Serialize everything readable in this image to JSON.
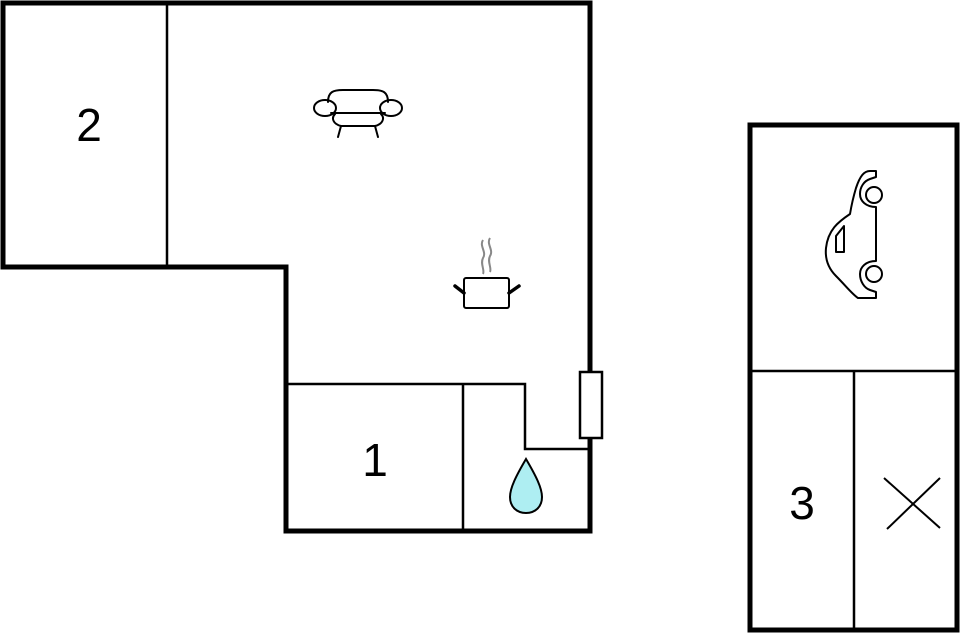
{
  "floorplan": {
    "rooms": [
      {
        "id": "bedroom-2",
        "label": "2"
      },
      {
        "id": "bedroom-1",
        "label": "1"
      },
      {
        "id": "bedroom-3",
        "label": "3"
      }
    ],
    "icons": [
      {
        "name": "sofa-icon",
        "room": "living-room"
      },
      {
        "name": "cooking-pot-icon",
        "room": "kitchen"
      },
      {
        "name": "water-drop-icon",
        "room": "bathroom",
        "color": "#aeeef2"
      },
      {
        "name": "car-icon",
        "room": "garage"
      },
      {
        "name": "cross-icon",
        "room": "storage"
      },
      {
        "name": "fireplace-icon",
        "room": "living-room"
      }
    ],
    "colors": {
      "walls": "#000000",
      "background": "#ffffff",
      "water": "#aeeef2",
      "steam": "#888888"
    }
  }
}
